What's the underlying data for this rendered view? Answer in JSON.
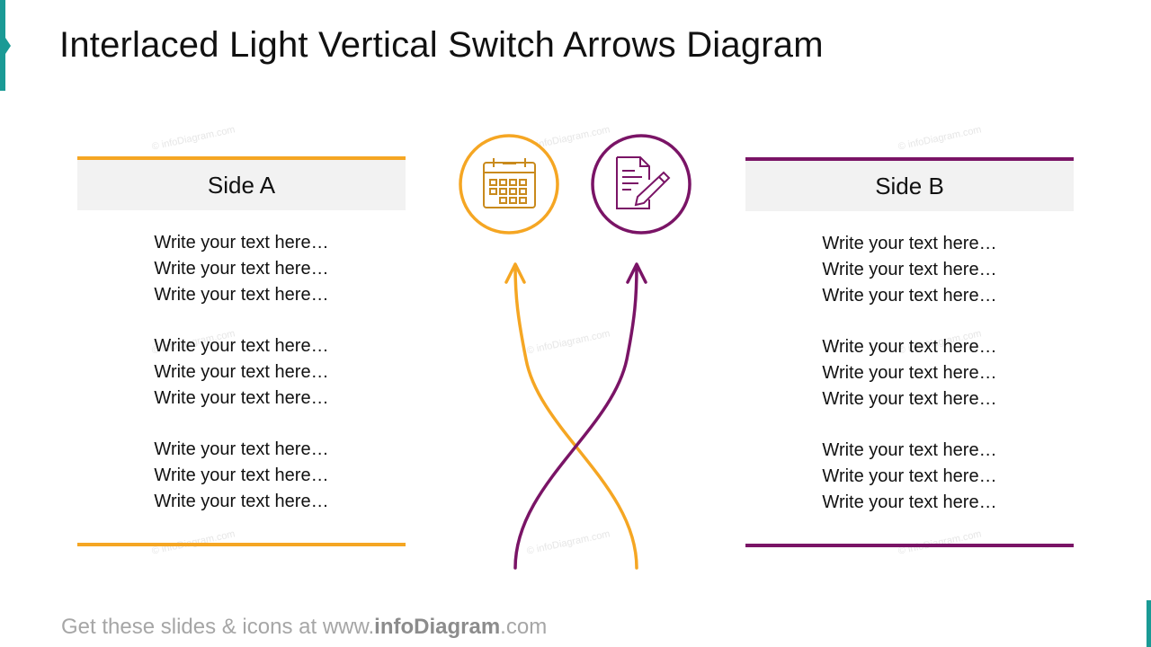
{
  "title": "Interlaced Light Vertical Switch Arrows Diagram",
  "colors": {
    "side_a": "#f5a623",
    "side_b": "#7a1466",
    "accent": "#1a9a95"
  },
  "side_a": {
    "heading": "Side A",
    "icon": "calendar-icon",
    "groups": [
      [
        "Write your text here…",
        "Write your text here…",
        "Write your text here…"
      ],
      [
        "Write your text here…",
        "Write your text here…",
        "Write your text here…"
      ],
      [
        "Write your text here…",
        "Write your text here…",
        "Write your text here…"
      ]
    ]
  },
  "side_b": {
    "heading": "Side B",
    "icon": "document-edit-icon",
    "groups": [
      [
        "Write your text here…",
        "Write your text here…",
        "Write your text here…"
      ],
      [
        "Write your text here…",
        "Write your text here…",
        "Write your text here…"
      ],
      [
        "Write your text here…",
        "Write your text here…",
        "Write your text here…"
      ]
    ]
  },
  "watermark": "© infoDiagram.com",
  "footer": {
    "prefix": "Get these slides & icons at www.",
    "brand": "infoDiagram",
    "suffix": ".com"
  }
}
